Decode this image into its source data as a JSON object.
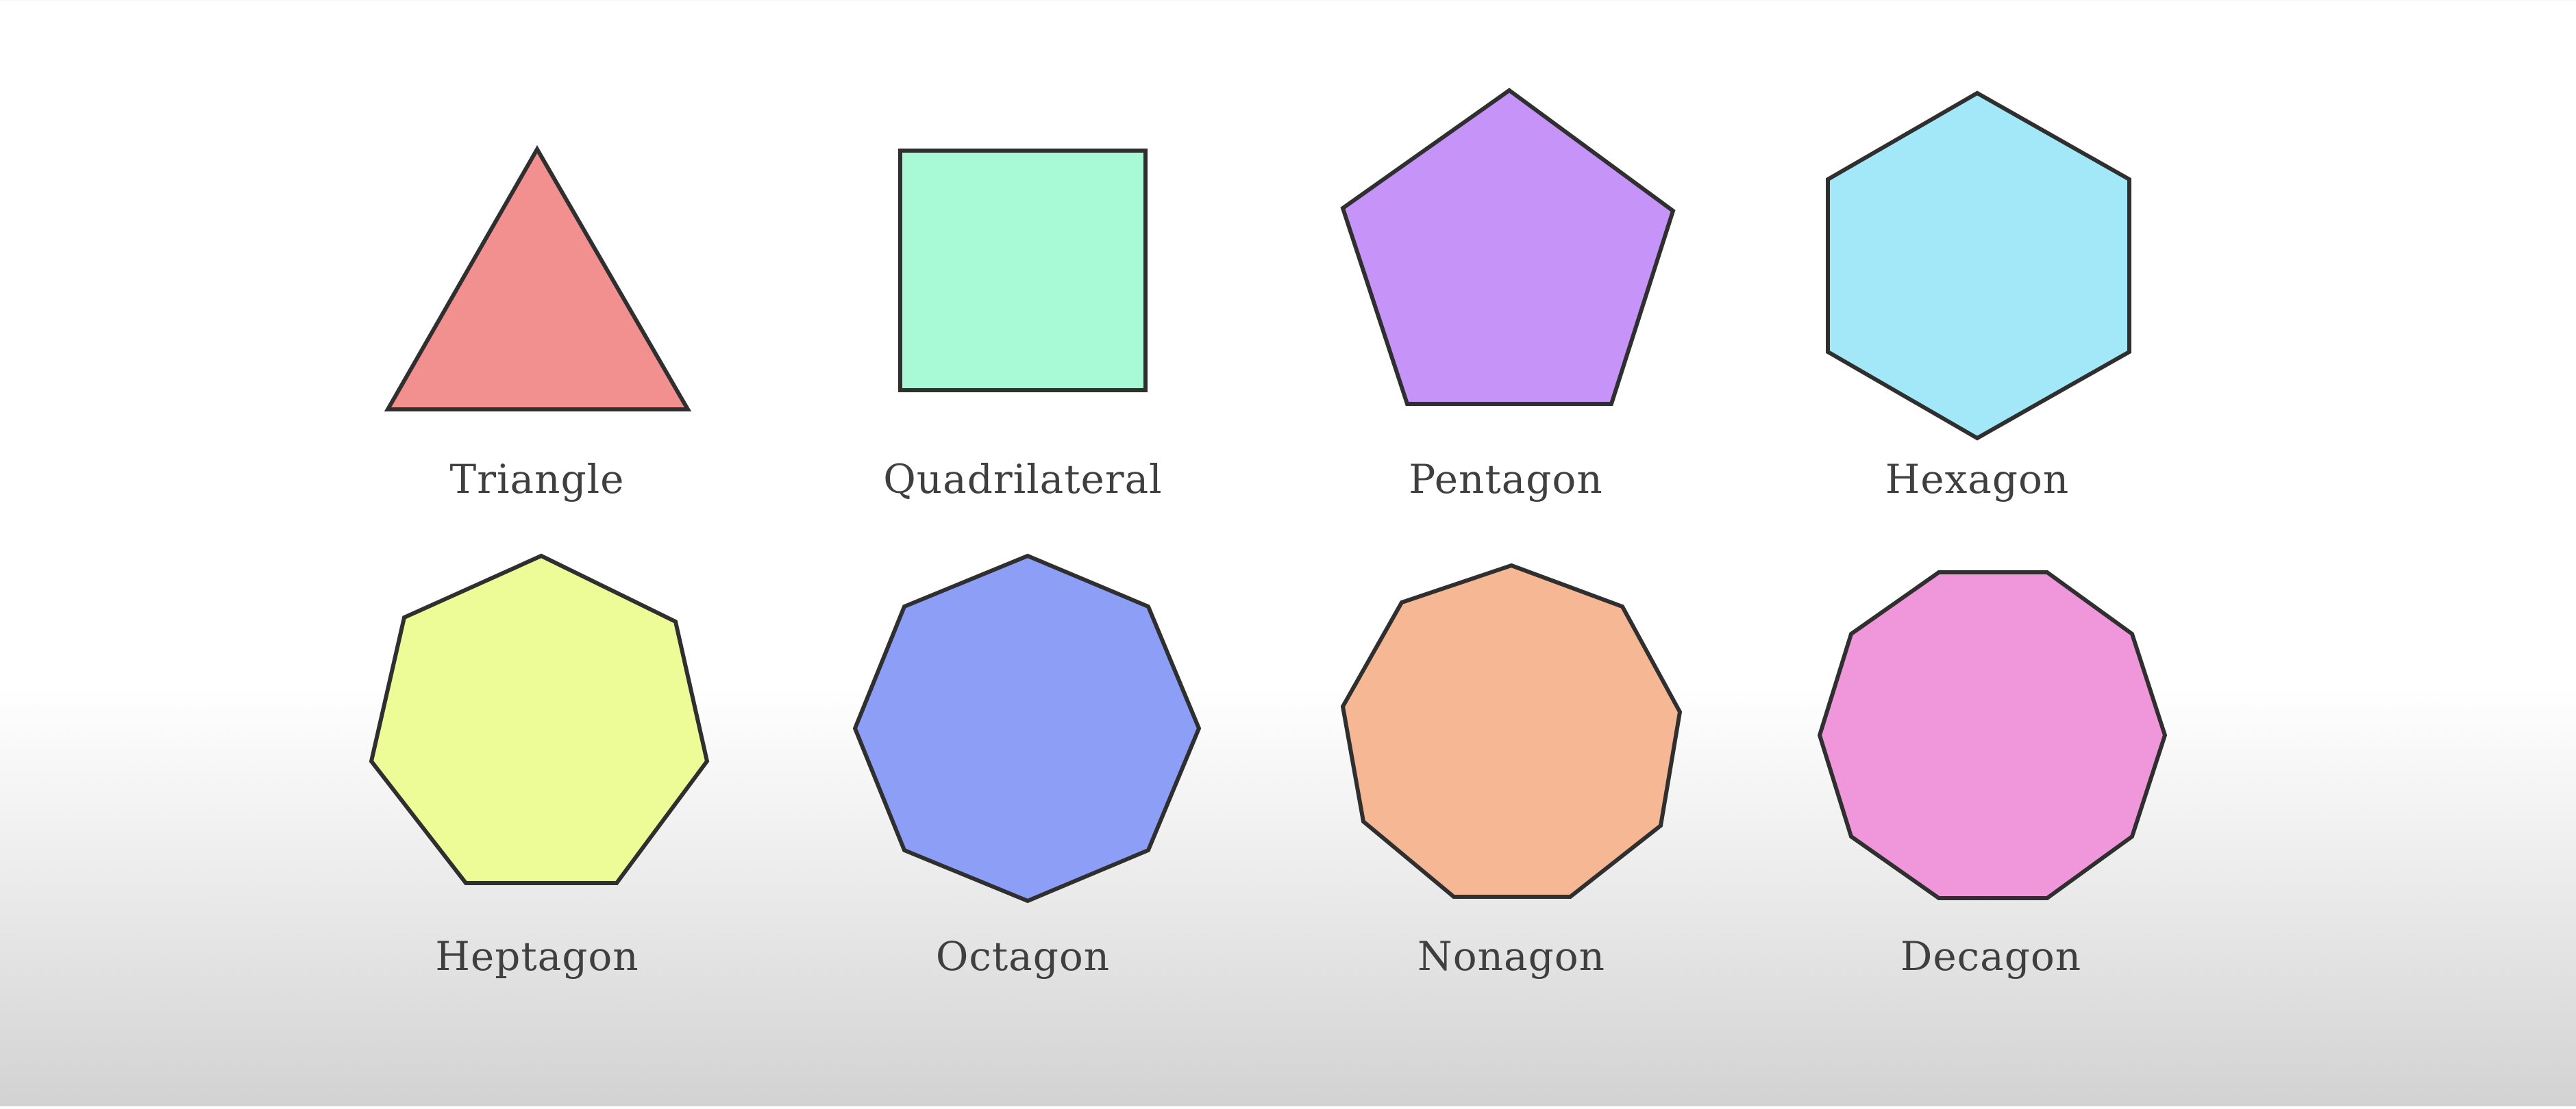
{
  "shapes": [
    {
      "label": "Triangle",
      "sides": 3,
      "fill": "#f29090"
    },
    {
      "label": "Quadrilateral",
      "sides": 4,
      "fill": "#a8fad6"
    },
    {
      "label": "Pentagon",
      "sides": 5,
      "fill": "#c694f8"
    },
    {
      "label": "Hexagon",
      "sides": 6,
      "fill": "#a2e8f8"
    },
    {
      "label": "Heptagon",
      "sides": 7,
      "fill": "#eefc98"
    },
    {
      "label": "Octagon",
      "sides": 8,
      "fill": "#8c9ef6"
    },
    {
      "label": "Nonagon",
      "sides": 9,
      "fill": "#f6b894"
    },
    {
      "label": "Decagon",
      "sides": 10,
      "fill": "#f096da"
    }
  ]
}
